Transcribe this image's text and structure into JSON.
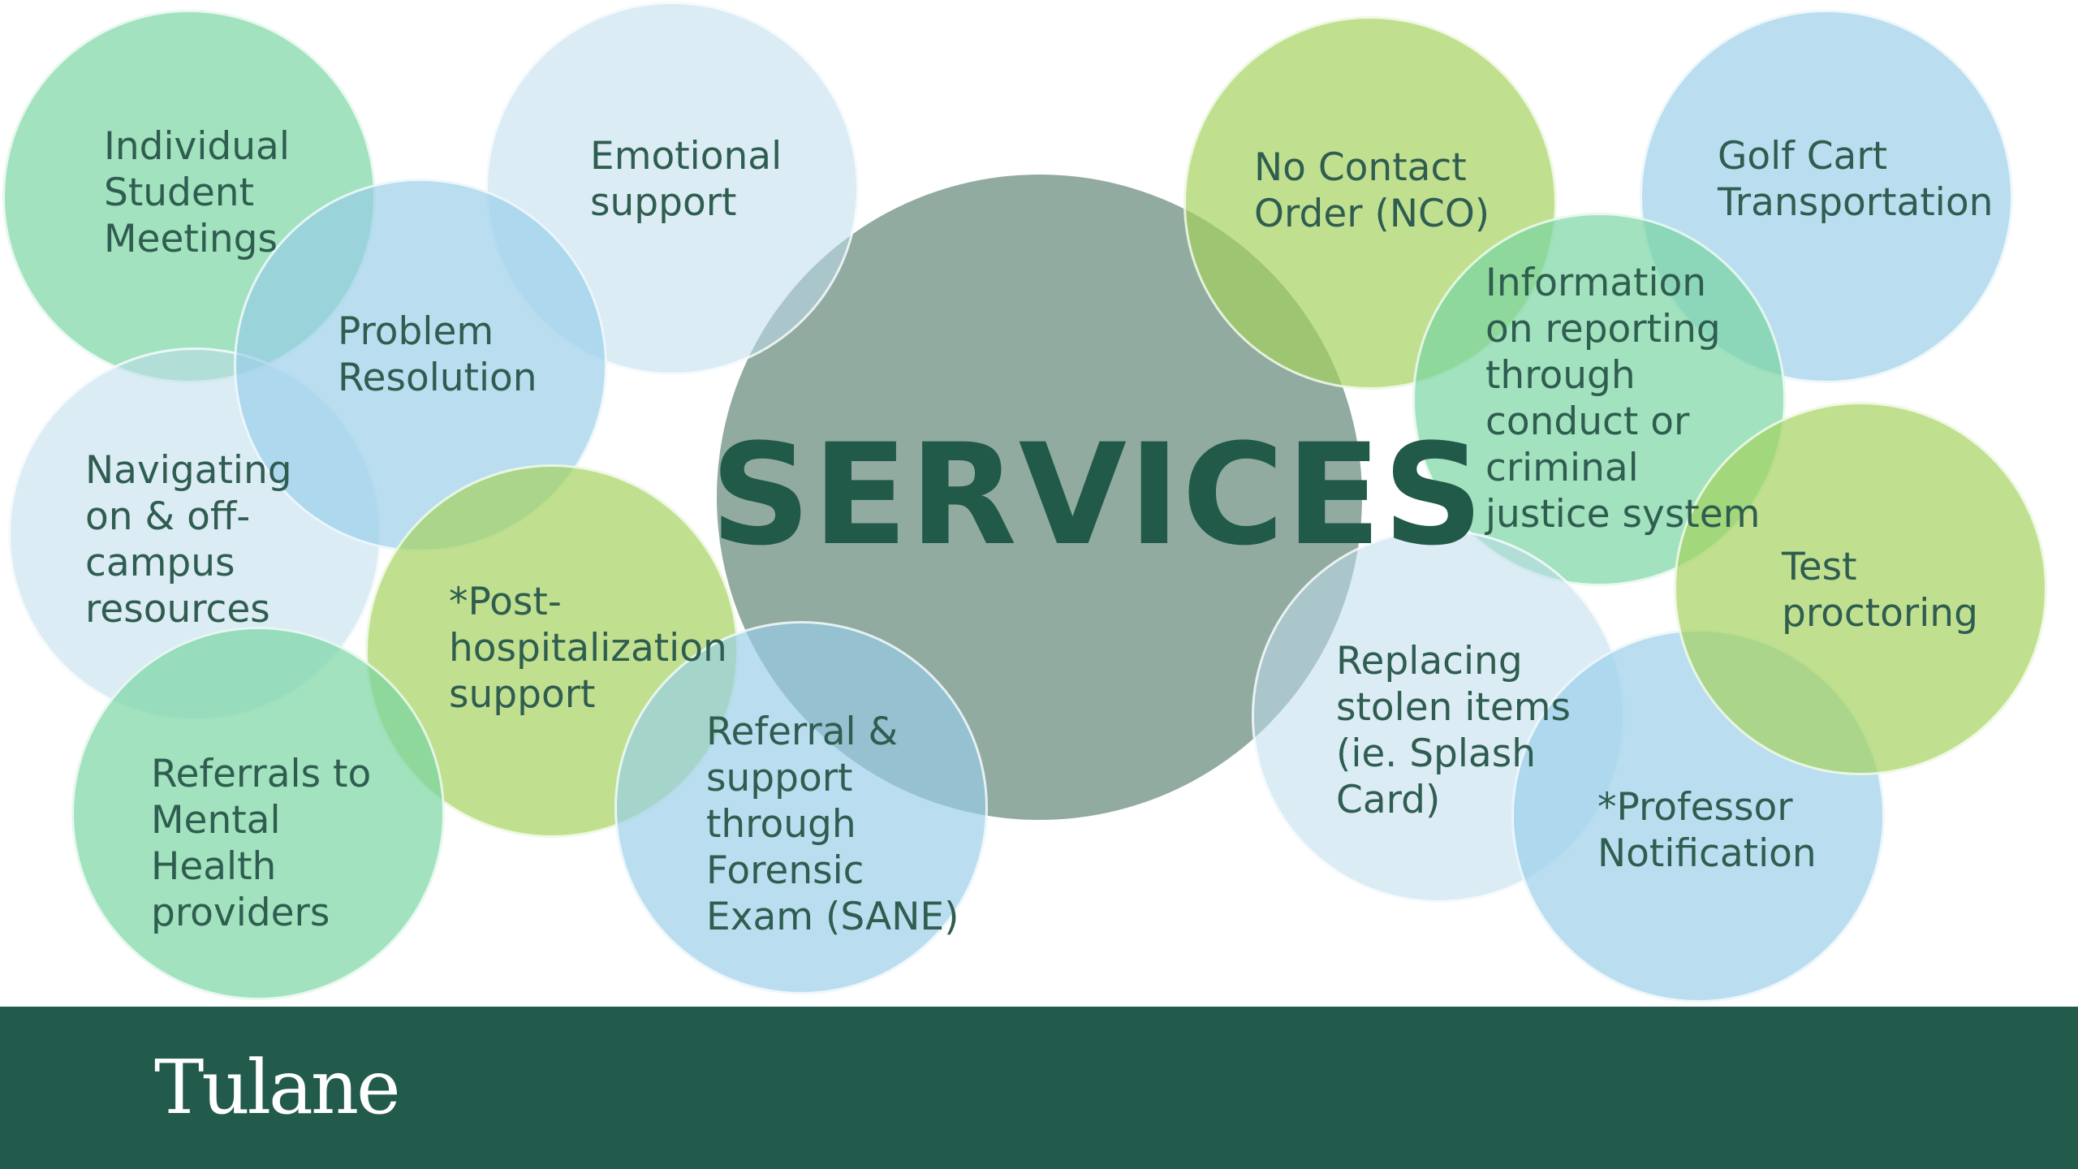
{
  "title": "SERVICES",
  "brand": {
    "logo_text": "Tulane"
  },
  "colors": {
    "center": "#92aba1",
    "title": "#215a48",
    "footer": "#225b4b",
    "label": "#2f5d50",
    "green": "#76d4a0",
    "lime": "#a2d25c",
    "blue": "#96cde8",
    "pale": "#bedcec"
  },
  "services": {
    "individual_meetings": "Individual\nStudent\nMeetings",
    "emotional_support": "Emotional\nsupport",
    "problem_resolution": "Problem\nResolution",
    "navigating_resources": "Navigating\non & off-\ncampus\nresources",
    "post_hospitalization": "*Post-\nhospitalization\nsupport",
    "mental_health_referrals": "Referrals to\nMental\nHealth\nproviders",
    "forensic_exam": "Referral &\nsupport\nthrough\nForensic\nExam (SANE)",
    "no_contact_order": "No Contact\nOrder (NCO)",
    "golf_cart": "Golf Cart\nTransportation",
    "reporting_info": "Information\non reporting\nthrough\nconduct or\ncriminal\njustice system",
    "test_proctoring": "Test\nproctoring",
    "stolen_items": "Replacing\nstolen items\n(ie. Splash\nCard)",
    "professor_notification": "*Professor\nNotification"
  }
}
